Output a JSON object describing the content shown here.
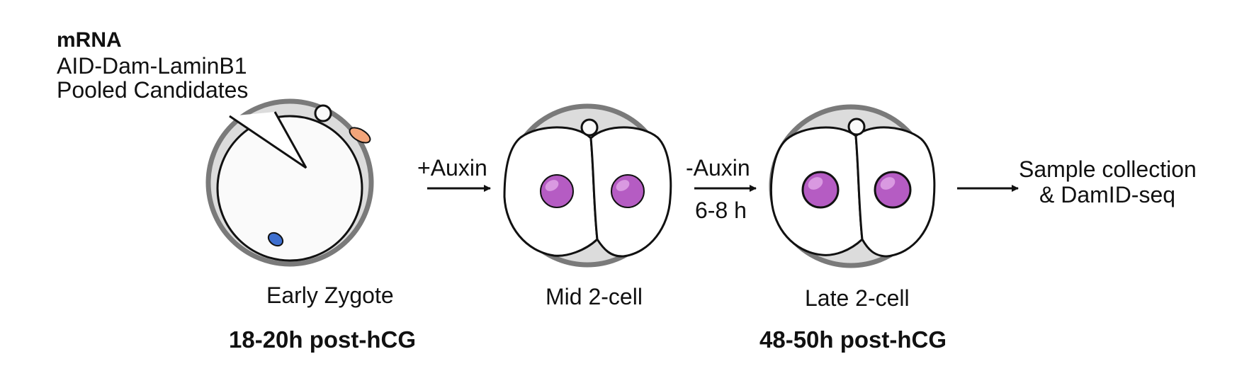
{
  "injection": {
    "title": "mRNA",
    "line1": "AID-Dam-LaminB1",
    "line2": "Pooled Candidates"
  },
  "steps": {
    "auxin_add": "+Auxin",
    "auxin_remove": "-Auxin",
    "auxin_remove_time": "6-8 h",
    "sample_line1": "Sample collection",
    "sample_line2": "& DamID-seq"
  },
  "stages": {
    "early_zygote": "Early Zygote",
    "mid_2cell": "Mid 2-cell",
    "late_2cell": "Late 2-cell"
  },
  "timepoints": {
    "early": "18-20h post-hCG",
    "late": "48-50h post-hCG"
  },
  "colors": {
    "zona": "#dcdcdc",
    "zona_outline": "#7a7a7a",
    "cytoplasm": "#ffffff",
    "nucleus": "#b55cc3",
    "nucleus_light": "#e2a9e8",
    "pronucleus_orange": "#f3a57a",
    "pronucleus_blue": "#3e6fcf"
  }
}
